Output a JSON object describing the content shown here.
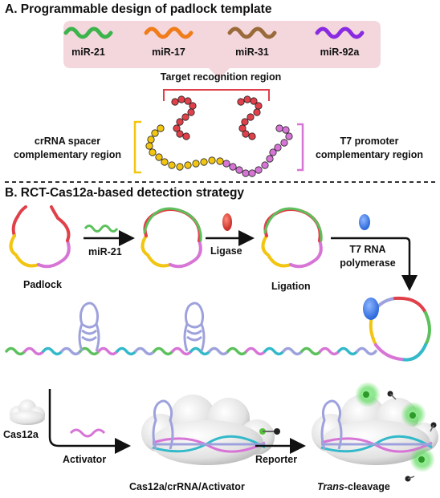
{
  "sectionA": {
    "title": "A. Programmable design of padlock template",
    "mirnas": [
      {
        "label": "miR-21",
        "color": "#3cb44b"
      },
      {
        "label": "miR-17",
        "color": "#f07c1a"
      },
      {
        "label": "miR-31",
        "color": "#9a6a3a"
      },
      {
        "label": "miR-92a",
        "color": "#8a2be2"
      }
    ],
    "target_region": "Target recognition region",
    "left_region": [
      "crRNA spacer",
      "complementary region"
    ],
    "right_region": [
      "T7 promoter",
      "complementary region"
    ]
  },
  "sectionB": {
    "title": "B. RCT-Cas12a-based detection strategy",
    "padlock": "Padlock",
    "mir21": "miR-21",
    "ligase": "Ligase",
    "ligation": "Ligation",
    "t7": [
      "T7 RNA",
      "polymerase"
    ],
    "cas12a": "Cas12a",
    "activator": "Activator",
    "reporter": "Reporter",
    "complex": "Cas12a/crRNA/Activator",
    "trans_italic": "Trans",
    "trans_rest": "-cleavage"
  },
  "colors": {
    "red": "#e0404a",
    "yellow": "#f2c511",
    "pink": "#d775d6",
    "green": "#5cc15c",
    "cyan": "#33b9c9",
    "lavender": "#9ea2dc",
    "blue": "#3b78e7",
    "panel": "#f3d7dc"
  }
}
